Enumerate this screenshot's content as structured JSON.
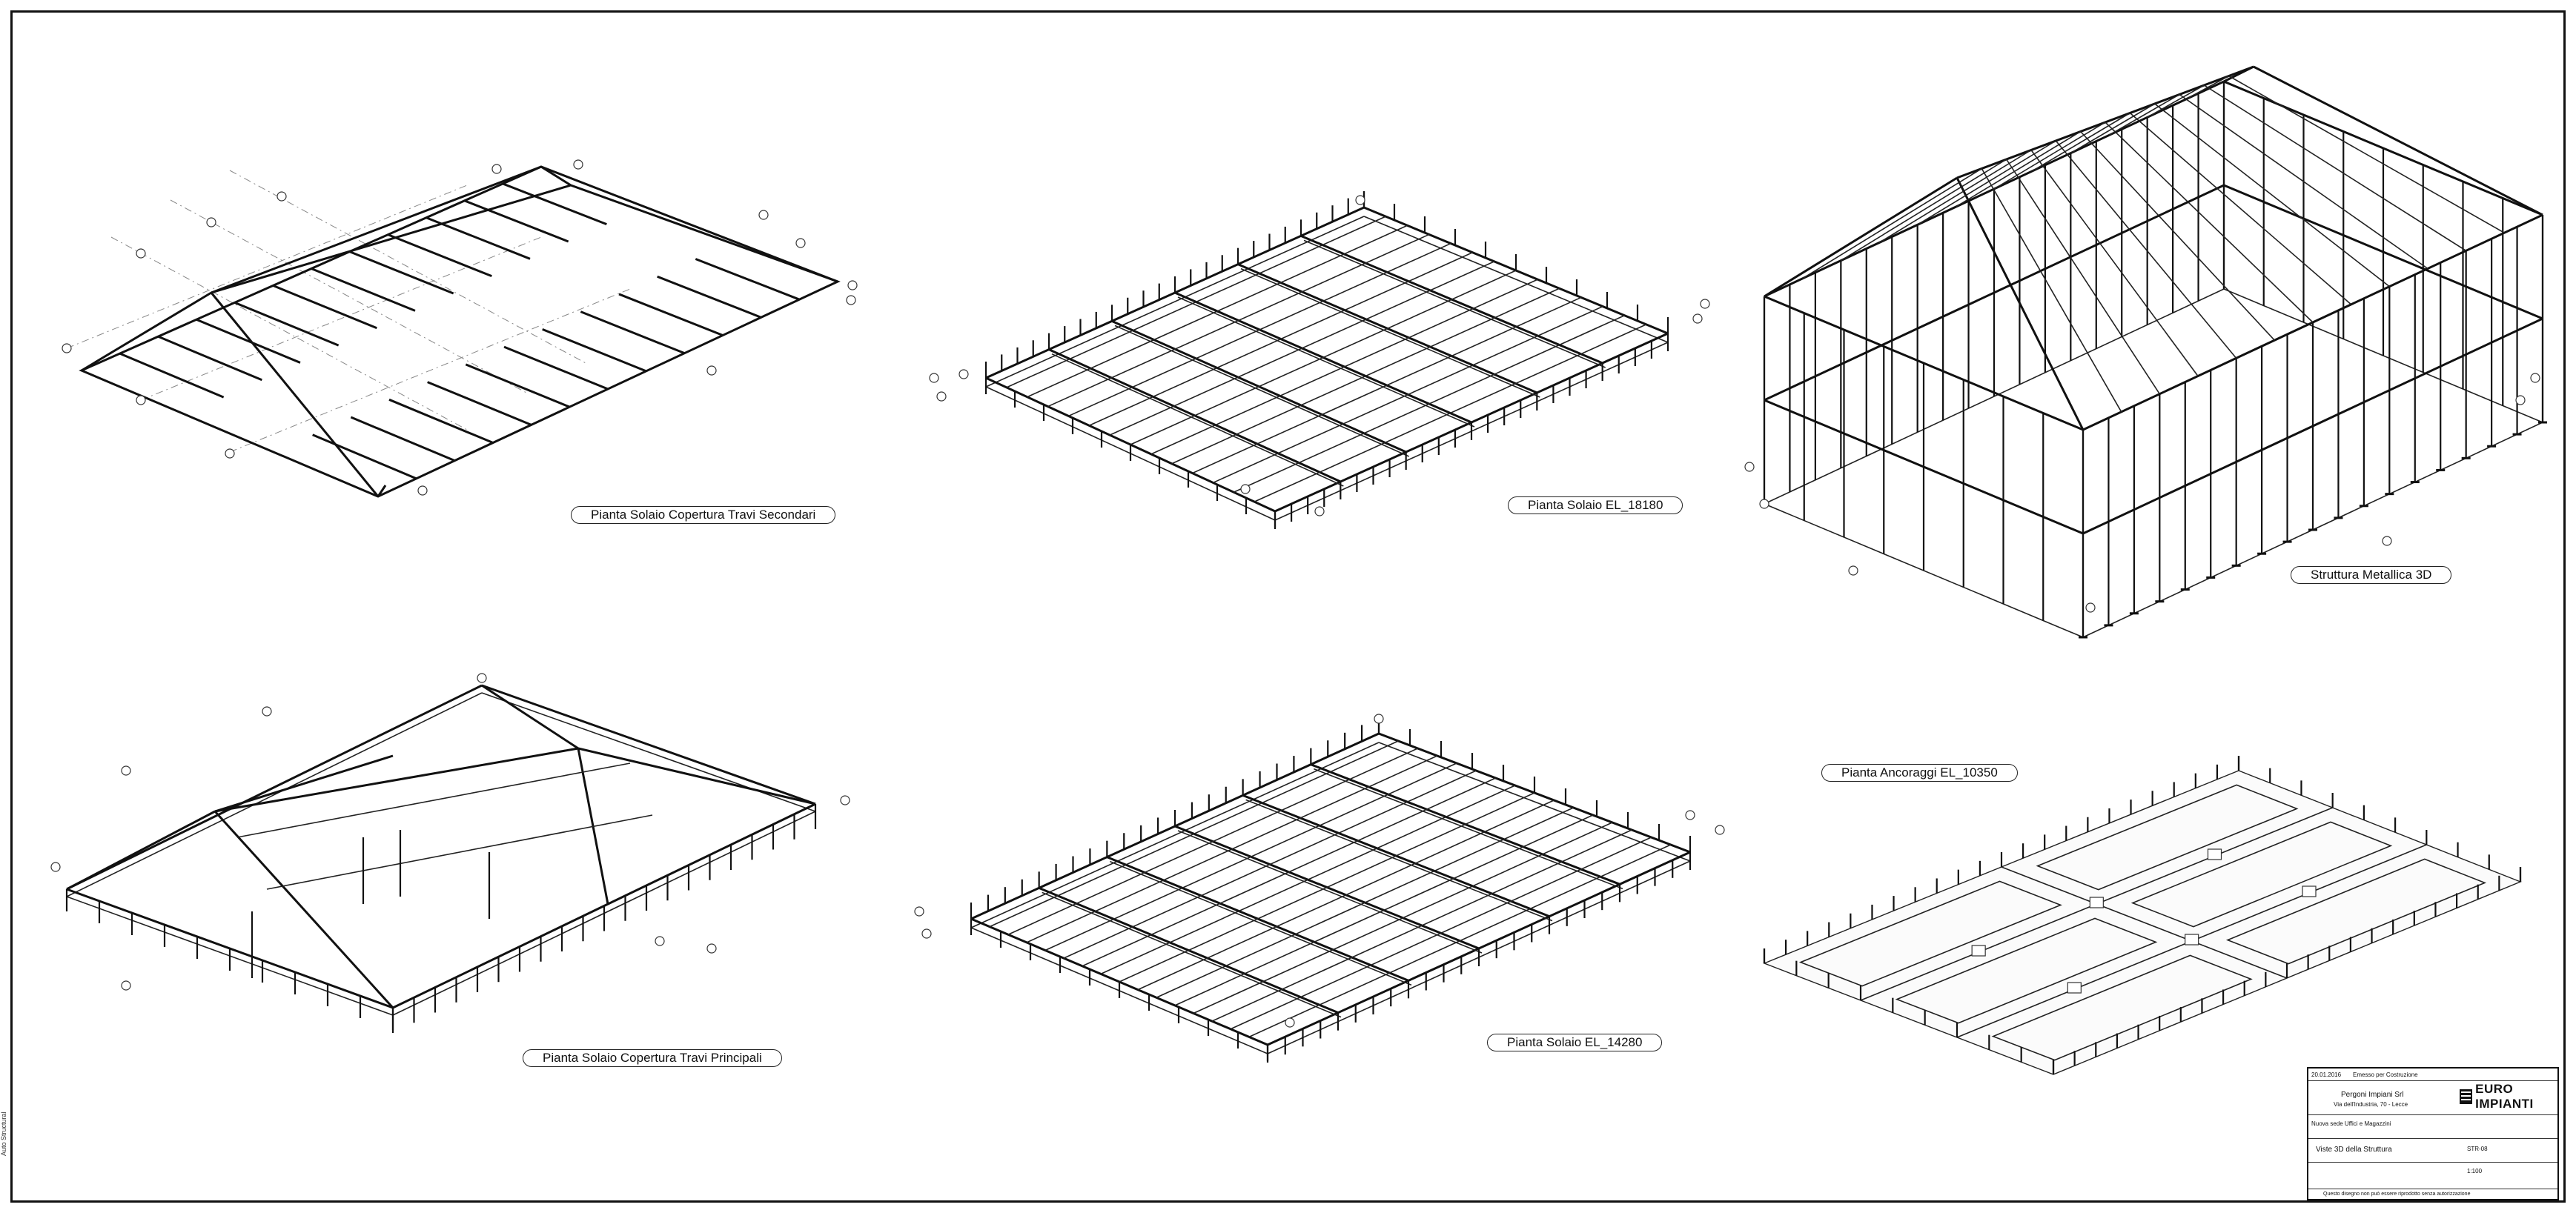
{
  "sheet": {
    "views": [
      {
        "id": "secondary",
        "label": "Pianta Solaio  Copertura  Travi Secondari"
      },
      {
        "id": "el18180",
        "label": "Pianta Solaio   EL_18180"
      },
      {
        "id": "struct3d",
        "label": "Struttura Metallica  3D"
      },
      {
        "id": "primary",
        "label": "Pianta Solaio  Copertura  Travi Principali"
      },
      {
        "id": "el14280",
        "label": "Pianta Solaio   EL_14280"
      },
      {
        "id": "anchors",
        "label": "Pianta Ancoraggi  EL_10350"
      }
    ]
  },
  "title_block": {
    "rev_date": "20.01.2016",
    "rev_desc": "Emesso per Costruzione",
    "client": "Pergoni Impiani Srl",
    "address": "Via dell'Industria, 70 - Lecce",
    "project": "Nuova sede Uffici e Magazzini",
    "drawing_title": "Viste 3D della  Struttura",
    "drawing_no": "STR-08",
    "scale": "1:100",
    "logo": "EURO IMPIANTI",
    "footer_note": "Questo disegno non può essere riprodotto senza autorizzazione"
  },
  "side_note": "Auto Structural"
}
